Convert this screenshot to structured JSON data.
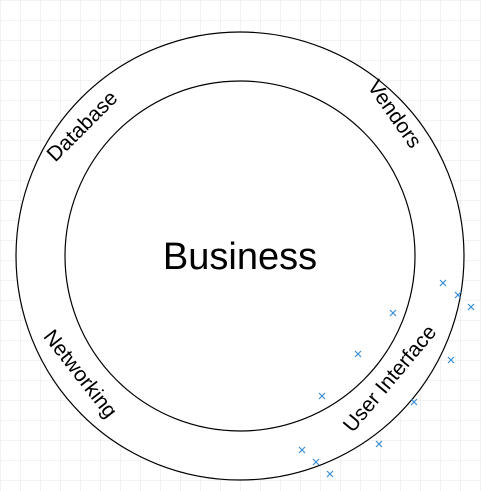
{
  "diagram": {
    "center_label": "Business",
    "ring_labels": {
      "top_left": "Database",
      "top_right": "Vendors",
      "bottom_left": "Networking",
      "bottom_right": "User Interface"
    },
    "colors": {
      "stroke": "#000000",
      "grid": "#e6e6e6",
      "marker": "#3a8fd6",
      "background": "#ffffff"
    }
  }
}
